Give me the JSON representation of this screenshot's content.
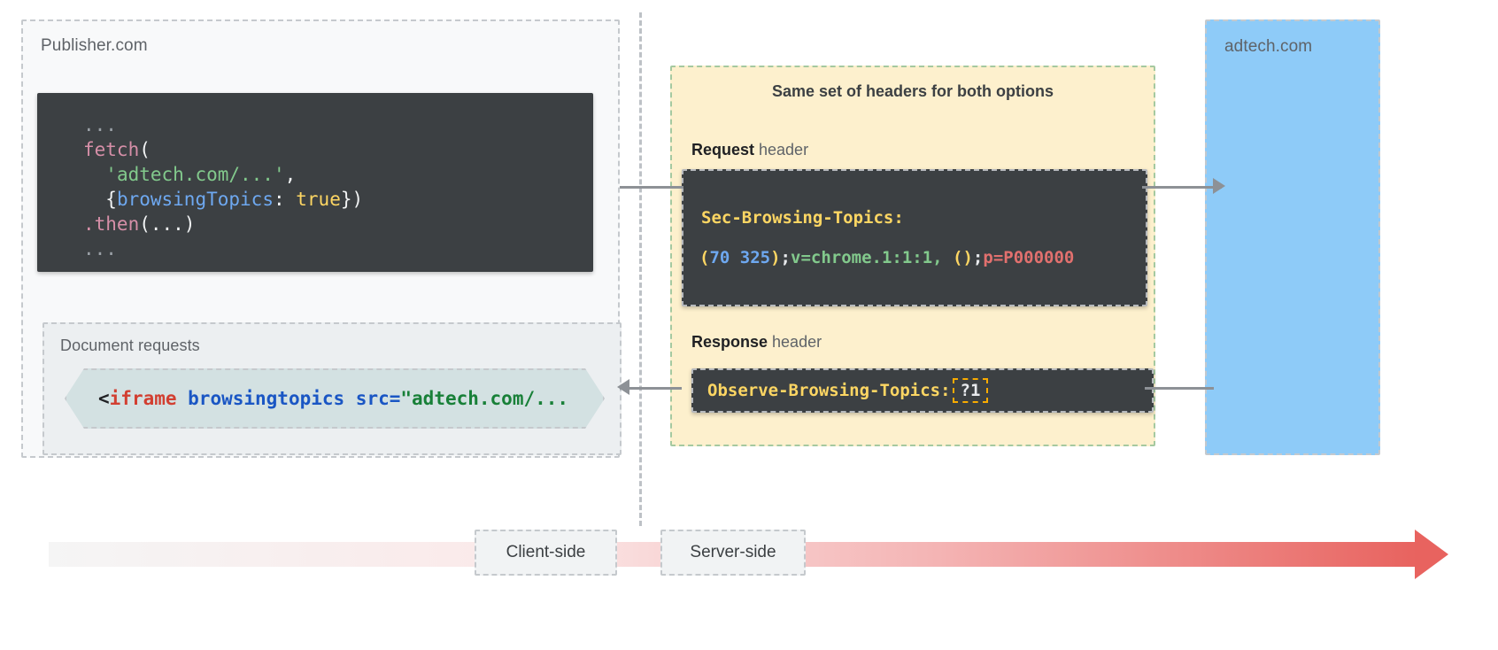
{
  "publisher": {
    "title": "Publisher.com",
    "fetch_code": {
      "line1_dots": "...",
      "fn": "fetch",
      "open_paren": "(",
      "url": "'adtech.com/...'",
      "comma": ",",
      "brace_open": "{",
      "prop": "browsingTopics",
      "colon": ": ",
      "bool": "true",
      "brace_close": "})",
      "then": ".then",
      "then_args": "(...)",
      "line_last_dots": "..."
    },
    "document_requests": {
      "title": "Document requests",
      "iframe_lt": "<",
      "iframe_tag": "iframe",
      "iframe_attr": " browsingtopics src=",
      "iframe_val": "\"adtech.com/..."
    }
  },
  "headers": {
    "title": "Same set of headers for both options",
    "request_label_bold": "Request",
    "request_label_rest": " header",
    "response_label_bold": "Response",
    "response_label_rest": " header",
    "request_header_name": "Sec-Browsing-Topics:",
    "request_value": {
      "paren_open": "(",
      "num1": "70 325",
      "paren_close": ")",
      "semi1": ";",
      "v_part": "v=chrome.1:1:1, ",
      "empty_parens": "()",
      "semi2": ";",
      "p_part": "p=P000000"
    },
    "response_header_name": "Observe-Browsing-Topics:",
    "response_value": "?1"
  },
  "adtech": {
    "title": "adtech.com"
  },
  "timeline": {
    "client_label": "Client-side",
    "server_label": "Server-side"
  },
  "colors": {
    "panel_yellow": "#fdf0cd",
    "panel_blue": "#8ecbf8",
    "code_dark": "#3c4043",
    "accent_red": "#e8635f",
    "highlight_orange": "#f9ab00"
  }
}
